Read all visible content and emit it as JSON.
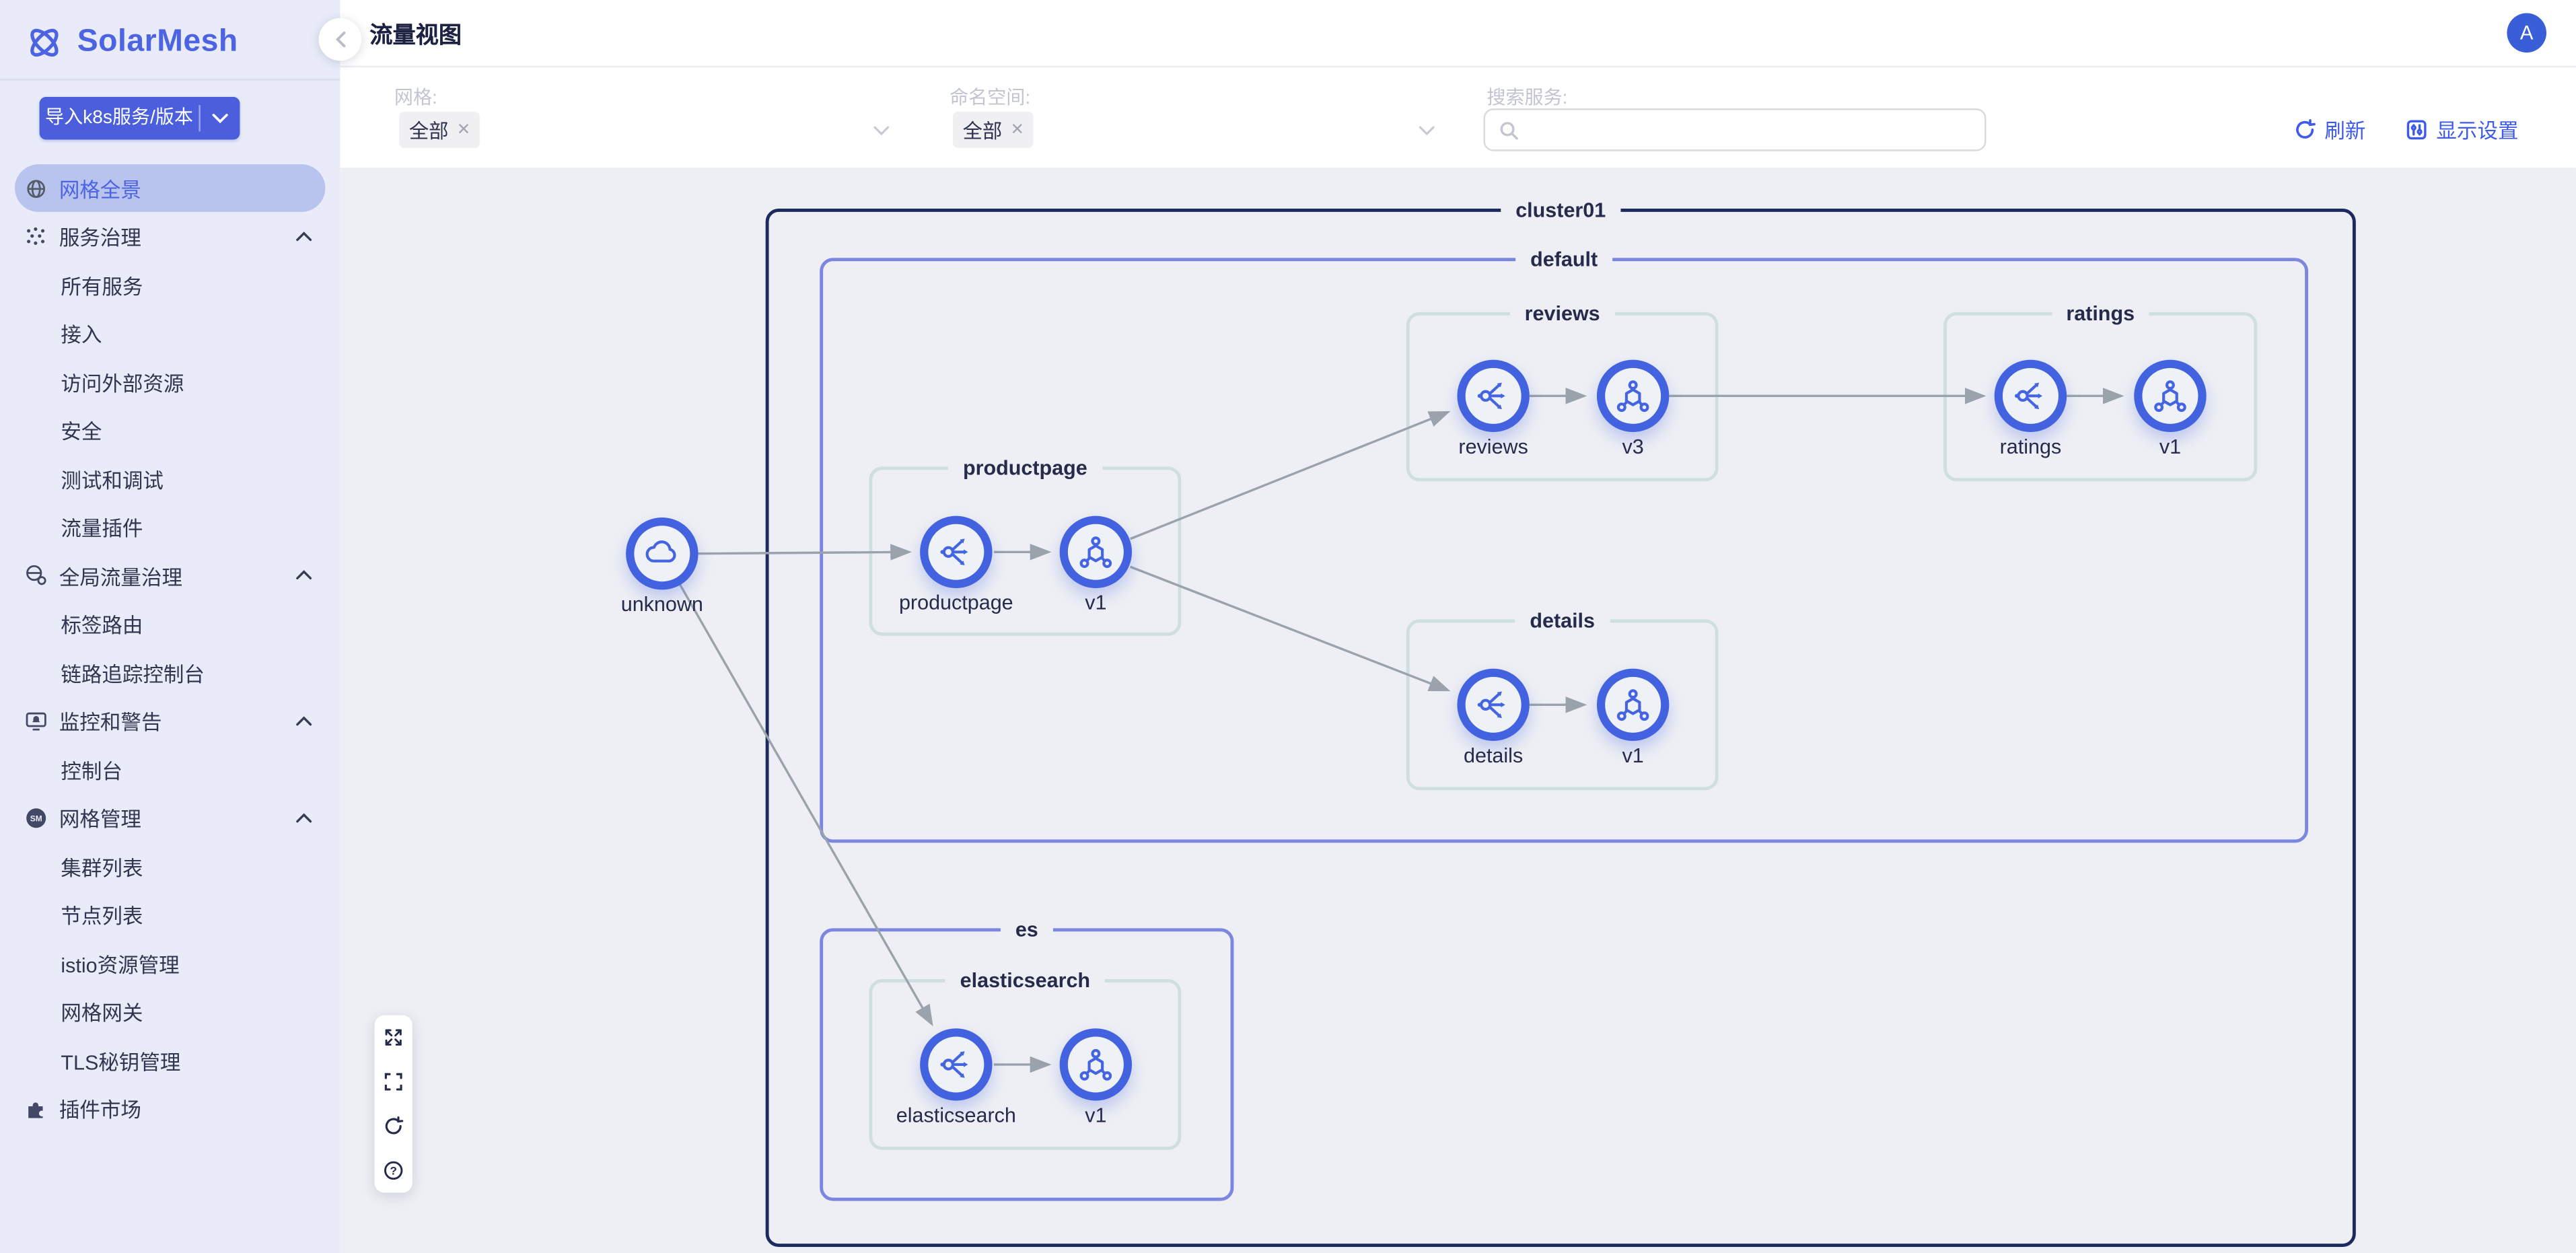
{
  "app": {
    "name": "SolarMesh",
    "avatar": "A"
  },
  "sidebar": {
    "import_button": {
      "label": "导入k8s服务/版本"
    },
    "items": [
      {
        "label": "网格全景",
        "icon": "globe-icon",
        "active": true
      },
      {
        "label": "服务治理",
        "icon": "service-governance-icon",
        "children": [
          "所有服务",
          "接入",
          "访问外部资源",
          "安全",
          "测试和调试",
          "流量插件"
        ]
      },
      {
        "label": "全局流量治理",
        "icon": "global-traffic-icon",
        "children": [
          "标签路由",
          "链路追踪控制台"
        ]
      },
      {
        "label": "监控和警告",
        "icon": "monitor-alert-icon",
        "children": [
          "控制台"
        ]
      },
      {
        "label": "网格管理",
        "icon": "mesh-manage-icon",
        "children": [
          "集群列表",
          "节点列表",
          "istio资源管理",
          "网格网关",
          "TLS秘钥管理"
        ]
      },
      {
        "label": "插件市场",
        "icon": "plugin-market-icon"
      }
    ]
  },
  "header": {
    "title": "流量视图"
  },
  "filters": {
    "mesh": {
      "label": "网格:",
      "value": "全部"
    },
    "namespace": {
      "label": "命名空间:",
      "value": "全部"
    },
    "search": {
      "label": "搜索服务:",
      "value": ""
    },
    "refresh_label": "刷新",
    "display_settings_label": "显示设置"
  },
  "graph": {
    "cluster_label": "cluster01",
    "namespaces": {
      "default": "default",
      "es": "es"
    },
    "groups": {
      "reviews": "reviews",
      "ratings": "ratings",
      "productpage": "productpage",
      "details": "details",
      "elasticsearch": "elasticsearch"
    },
    "nodes": {
      "unknown": "unknown",
      "productpage_svc": "productpage",
      "productpage_v1": "v1",
      "reviews_svc": "reviews",
      "reviews_v3": "v3",
      "ratings_svc": "ratings",
      "ratings_v1": "v1",
      "details_svc": "details",
      "details_v1": "v1",
      "elasticsearch_svc": "elasticsearch",
      "elasticsearch_v1": "v1"
    },
    "edges": [
      [
        "unknown",
        "productpage"
      ],
      [
        "productpage",
        "productpage.v1"
      ],
      [
        "productpage.v1",
        "reviews"
      ],
      [
        "productpage.v1",
        "details"
      ],
      [
        "reviews",
        "reviews.v3"
      ],
      [
        "reviews.v3",
        "ratings"
      ],
      [
        "ratings",
        "ratings.v1"
      ],
      [
        "details",
        "details.v1"
      ],
      [
        "unknown",
        "elasticsearch"
      ],
      [
        "elasticsearch",
        "elasticsearch.v1"
      ]
    ]
  },
  "colors": {
    "accent": "#4c62e3",
    "sidebar_bg": "#e9ecf8",
    "active_pill": "#b9c4ee",
    "cluster_border": "#1c2a5e",
    "namespace_border": "#7b87de",
    "group_border": "#cfdfe1",
    "edge": "#9aa2ab",
    "node_ring": "#4262e0",
    "canvas_bg": "#edeff4",
    "link_blue": "#3d5be8"
  }
}
